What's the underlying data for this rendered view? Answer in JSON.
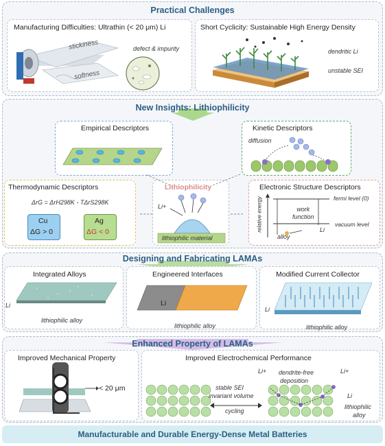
{
  "practical": {
    "title": "Practical Challenges",
    "manufacturing_title": "Manufacturing Difficulties: Ultrathin (< 20 μm) Li",
    "stickiness": "stickiness",
    "softness": "softness",
    "defect": "defect & impurity",
    "cyclicity_title": "Short Cyclicity: Sustainable High Energy Density",
    "dendritic": "dendritic Li",
    "sei": "unstable SEI"
  },
  "insights": {
    "title": "New Insights: Lithiophilicity",
    "empirical": "Empirical Descriptors",
    "kinetic": "Kinetic Descriptors",
    "diffusion": "diffusion",
    "thermo": "Thermodynamic Descriptors",
    "equation": "ΔrG = ΔrH298K - TΔrS298K",
    "cu": "Cu",
    "cu_val": "ΔG > 0",
    "ag": "Ag",
    "ag_val": "ΔG < 0",
    "center": "Lithiophilicity",
    "li_plus": "Li+",
    "material": "lithiophilic material",
    "electronic": "Electronic Structure Descriptors",
    "relative_energy": "relative energy",
    "fermi": "fermi level (0)",
    "work_function": "work\nfunction",
    "vacuum": "vacuum level",
    "alloy": "alloy",
    "li": "Li"
  },
  "designing": {
    "title": "Designing and Fabricating LAMAs",
    "integrated": "Integrated Alloys",
    "engineered": "Engineered Interfaces",
    "modified": "Modified Current Collector",
    "li": "Li",
    "alloy_label": "lithiophilic alloy"
  },
  "enhanced": {
    "title": "Enhanced Property of LAMAs",
    "mechanical": "Improved Mechanical Property",
    "thickness": "< 20 μm",
    "electrochemical": "Improved Electrochemical Performance",
    "stable_sei": "stable SEI",
    "invariant": "invariant volume",
    "cycling": "cycling",
    "dendrite_free": "dendrite-free",
    "deposition": "deposition",
    "li_plus": "Li+",
    "li": "Li",
    "lithiophilic": "lithiophilic",
    "alloy": "alloy"
  },
  "footer": "Manufacturable and Durable Energy-Dense Metal Batteries",
  "colors": {
    "title": "#2c5e84",
    "green_arrow": "#9fd27a",
    "purple_arrow": "#c9a8e0",
    "cu_box": "#9ccff0",
    "ag_box": "#b7dd92",
    "li_orange": "#f0a94a",
    "li_gray": "#888888",
    "center_title": "#d98a8a"
  }
}
